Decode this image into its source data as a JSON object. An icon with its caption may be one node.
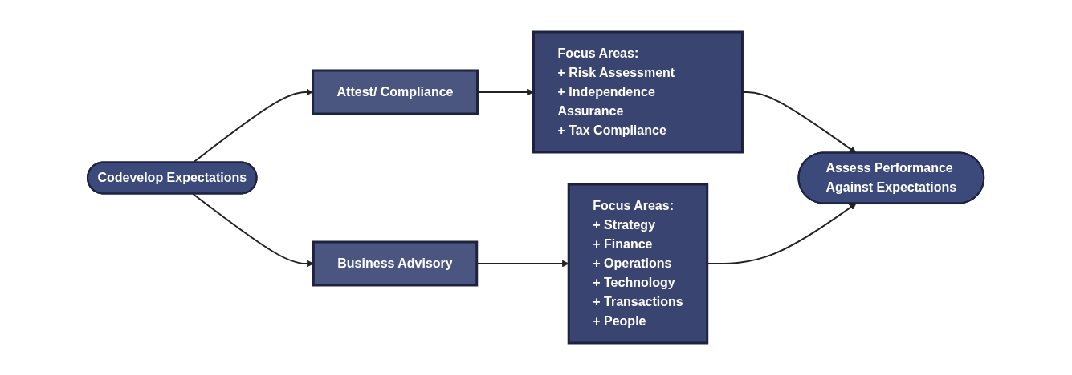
{
  "diagram": {
    "nodes": [
      {
        "text": [
          "Codevelop Expectations"
        ]
      },
      {
        "text": [
          "Attest/ Compliance"
        ]
      },
      {
        "text": [
          "Business Advisory"
        ]
      },
      {
        "text": [
          "Focus Areas:",
          "+ Risk Assessment",
          "+ Independence Assurance",
          "+ Tax Compliance"
        ]
      },
      {
        "text": [
          "Focus Areas:",
          "+ Strategy",
          "+ Finance",
          "+ Operations",
          "+ Technology",
          "+ Transactions",
          "+ People"
        ]
      },
      {
        "text": [
          "Assess Performance Against Expectations"
        ]
      }
    ],
    "edges": [
      {
        "from": 0,
        "to": 1,
        "arrow": "to"
      },
      {
        "from": 0,
        "to": 2,
        "arrow": "to"
      },
      {
        "from": 1,
        "to": 3,
        "arrow": "to"
      },
      {
        "from": 2,
        "to": 4,
        "arrow": "to"
      },
      {
        "from": 3,
        "to": 5,
        "arrow": "to"
      },
      {
        "from": 4,
        "to": 5,
        "arrow": "to"
      }
    ]
  }
}
